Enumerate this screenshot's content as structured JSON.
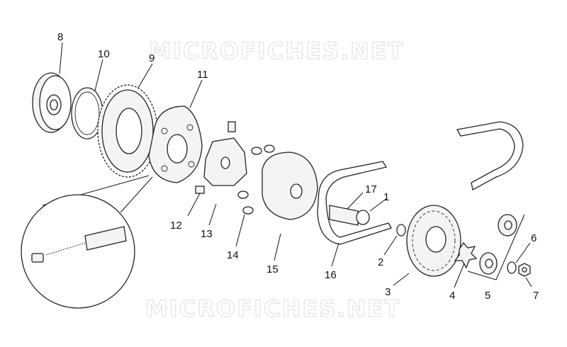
{
  "watermark": {
    "top": "MICROFICHES.NET",
    "bottom": "MICROFICHES.NET"
  },
  "callouts": [
    "1",
    "2",
    "3",
    "4",
    "5",
    "6",
    "7",
    "8",
    "9",
    "10",
    "11",
    "12",
    "13",
    "14",
    "15",
    "16",
    "17"
  ],
  "colors": {
    "line": "#222222",
    "fill": "#f4f4f4",
    "watermark": "#c9c9c9"
  }
}
